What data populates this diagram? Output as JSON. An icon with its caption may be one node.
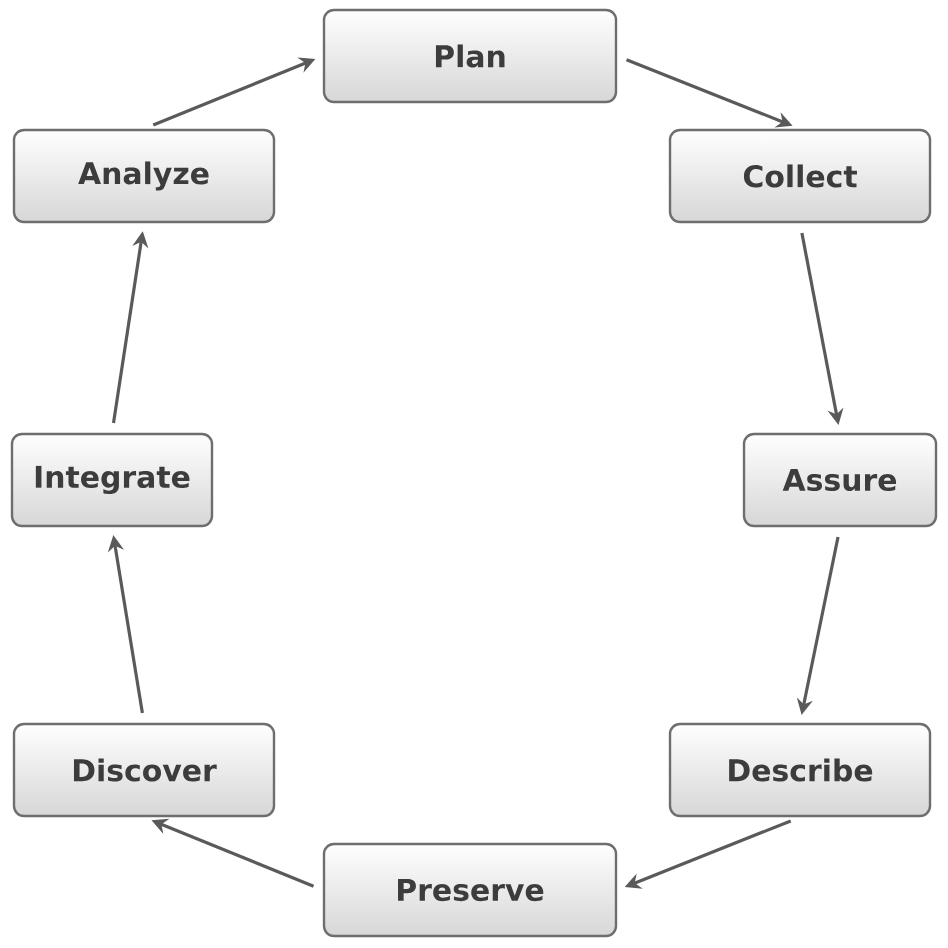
{
  "diagram": {
    "nodes": [
      {
        "text": [
          "Plan"
        ]
      },
      {
        "text": [
          "Collect"
        ]
      },
      {
        "text": [
          "Assure"
        ]
      },
      {
        "text": [
          "Describe"
        ]
      },
      {
        "text": [
          "Preserve"
        ]
      },
      {
        "text": [
          "Discover"
        ]
      },
      {
        "text": [
          "Integrate"
        ]
      },
      {
        "text": [
          "Analyze"
        ]
      }
    ],
    "edges": [
      {
        "from": 0,
        "to": 1,
        "arrow": "to"
      },
      {
        "from": 1,
        "to": 2,
        "arrow": "to"
      },
      {
        "from": 2,
        "to": 3,
        "arrow": "to"
      },
      {
        "from": 3,
        "to": 4,
        "arrow": "to"
      },
      {
        "from": 4,
        "to": 5,
        "arrow": "to"
      },
      {
        "from": 5,
        "to": 6,
        "arrow": "to"
      },
      {
        "from": 6,
        "to": 7,
        "arrow": "to"
      },
      {
        "from": 7,
        "to": 0,
        "arrow": "to"
      }
    ]
  }
}
